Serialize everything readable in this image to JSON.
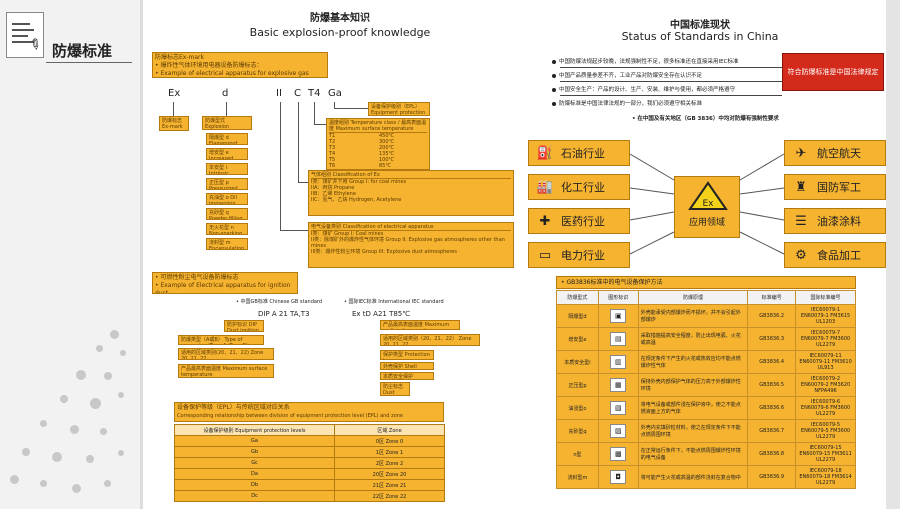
{
  "sidebar": {
    "title": "防爆标准"
  },
  "left": {
    "title_cn": "防爆基本知识",
    "title_en": "Basic explosion-proof knowledge",
    "exmark": {
      "line1": "防爆标志Ex-mark",
      "line2": "• 爆炸性气体环境用电器设备防爆标志：",
      "line3": "• Example of electrical apparatus for explosive gas atmospheres"
    },
    "sym": {
      "ex": "Ex",
      "d": "d",
      "ii": "II",
      "c": "C",
      "t4": "T4",
      "ga": "Ga"
    },
    "exlabel": {
      "cn": "防爆标志",
      "en": "Ex-mark"
    },
    "types": [
      "防爆型式 Explosion protection type",
      "隔爆型 d Flameproof enclosures",
      "增安型 e Increased safety",
      "本安型 i Intrinsic safety",
      "正压型 p Pressurized apparatus",
      "充油型 o Oil immersion",
      "充砂型 q Powder filling",
      "无火花型 n Non-sparking",
      "浇封型 m Encapsulation"
    ],
    "epl_label": "设备保护级别（EPL） Equipment protection level",
    "temp_title": "温度组别 Temperature class / 最高表面温度 Maximum surface temperature",
    "temps": [
      [
        "T1",
        "450℃"
      ],
      [
        "T2",
        "300℃"
      ],
      [
        "T3",
        "200℃"
      ],
      [
        "T4",
        "135℃"
      ],
      [
        "T5",
        "100℃"
      ],
      [
        "T6",
        "85℃"
      ]
    ],
    "gas_title": "气体组别 Classification of Ex",
    "gas_rows": [
      "I类：煤矿井下用 Group I: for coal mines",
      "IIA：丙烷 Propane",
      "IIB：乙烯 Ethylene",
      "IIC：氢气、乙炔 Hydrogen, Acetylene"
    ],
    "group_title": "电气设备类别 Classification of electrical apparatus",
    "group_rows": [
      "I类：煤矿 Group I: Coal mines",
      "II类：除煤矿外的爆炸性气体环境 Group II: Explosive gas atmospheres other than mines",
      "III类：爆炸性粉尘环境 Group III: Explosive dust atmospheres"
    ],
    "dust": {
      "line1": "• 可燃性粉尘电气设备防爆标志",
      "line2": "• Example of Electrical apparatus for ignition dust"
    },
    "std_cn": "• 中国GB标准 Chinese GB standard",
    "std_iec": "• 国际IEC标准 International IEC standard",
    "dust_sym_cn": "DIP A 21  TA,T3",
    "dust_sym_iec": "Ex tD A21  T85℃",
    "dust_cn_rows": [
      "防护标识 DIP Dust ignition protection",
      "防爆类型（A或B） Type of apparatus (Type A, Type B)",
      "适用的区域类别(20、21、22) Zone 20, 21, 22",
      "产品最高表面温度 Maximum surface temperature"
    ],
    "dust_iec_rows": [
      "产品最高表面温度 Maximum surface temperature",
      "适用的区域类别（20、21、22） Zone 20, 21, 22",
      "保护类型 Protection type",
      "外壳保护 Shell protection",
      "本质安全保护 Intrinsic safety",
      "防尘标志 Dust mark"
    ],
    "epl_title": "设备保护等级（EPL）与传统区域对应关系",
    "epl_title_en": "Corresponding relationship between division of equipment protection level (EPL) and zone",
    "epl_head": [
      "设备保护级别 Equipment protection levels",
      "区域 Zone"
    ],
    "epl_rows": [
      [
        "Ga",
        "0区  Zone 0"
      ],
      [
        "Gb",
        "1区  Zone 1"
      ],
      [
        "Gc",
        "2区  Zone 2"
      ],
      [
        "Da",
        "20区  Zone 20"
      ],
      [
        "Db",
        "21区  Zone 21"
      ],
      [
        "Dc",
        "22区  Zone 22"
      ]
    ]
  },
  "right": {
    "title_cn": "中国标准现状",
    "title_en": "Status of Standards in China",
    "status": [
      "中国防爆法规起步较晚，法规强制性不足，很多标准还在直接采用IEC标准",
      "中国产品质量参差不齐，工业产品对防爆安全存在认识不足",
      "中国安全生产：产品的设计、生产、安装、维护与使用，都必须严格遵守",
      "防爆标准是中国法律法规的一部分，我们必须遵守相关标准"
    ],
    "red_box": "符合防爆标准是中国法律规定",
    "note": "• 在中国及有关地区（GB 3836）中均对防爆有强制性要求",
    "center": {
      "ex": "Ex",
      "label": "应用领域"
    },
    "industries_left": [
      "石油行业",
      "化工行业",
      "医药行业",
      "电力行业"
    ],
    "industries_right": [
      "航空航天",
      "国防军工",
      "油漆涂料",
      "食品加工"
    ],
    "gb_title": "• GB3836标准中的电气设备保护方法",
    "gb_head": [
      "防爆型式",
      "图形标识",
      "防爆原理",
      "标准编号",
      "国际标准编号"
    ],
    "gb_rows": [
      [
        "隔爆型d",
        "外壳能承受内部爆炸而不损坏，并不会引起外部爆炸",
        "GB3836.2",
        "IEC60079-1 EN60079-1 FM3615 UL1203"
      ],
      [
        "增安型e",
        "采取措施提高安全程度，防止出现电弧、火花或高温",
        "GB3836.3",
        "IEC60079-7 EN60079-7 FM3600 UL2279"
      ],
      [
        "本质安全型i",
        "在规定条件下产生的火花或热效应均不能点燃爆炸性气体",
        "GB3836.4",
        "IEC60079-11 EN60079-11 FM3610 UL913"
      ],
      [
        "正压型p",
        "保持外壳内部保护气体的压力高于外部爆炸性环境",
        "GB3836.5",
        "IEC60079-2 EN60079-2 FM3620 NFPA496"
      ],
      [
        "油浸型o",
        "将电气设备或部件浸在保护液中，使之不能点燃液面上方的气体",
        "GB3836.6",
        "IEC60079-6 EN60079-6 FM3600 UL2279"
      ],
      [
        "充砂型q",
        "外壳内充填砂粒材料，使之在规定条件下不能点燃周围环境",
        "GB3836.7",
        "IEC60079-5 EN60079-5 FM3600 UL2279"
      ],
      [
        "n型",
        "在正常运行条件下，不能点燃周围爆炸性环境的电气设备",
        "GB3836.8",
        "IEC60079-15 EN60079-15 FM3611 UL2279"
      ],
      [
        "浇封型m",
        "将可能产生火花或高温的部件浇封在复合物中",
        "GB3836.9",
        "IEC60079-18 EN60079-18 FM3614 UL2279"
      ]
    ]
  }
}
